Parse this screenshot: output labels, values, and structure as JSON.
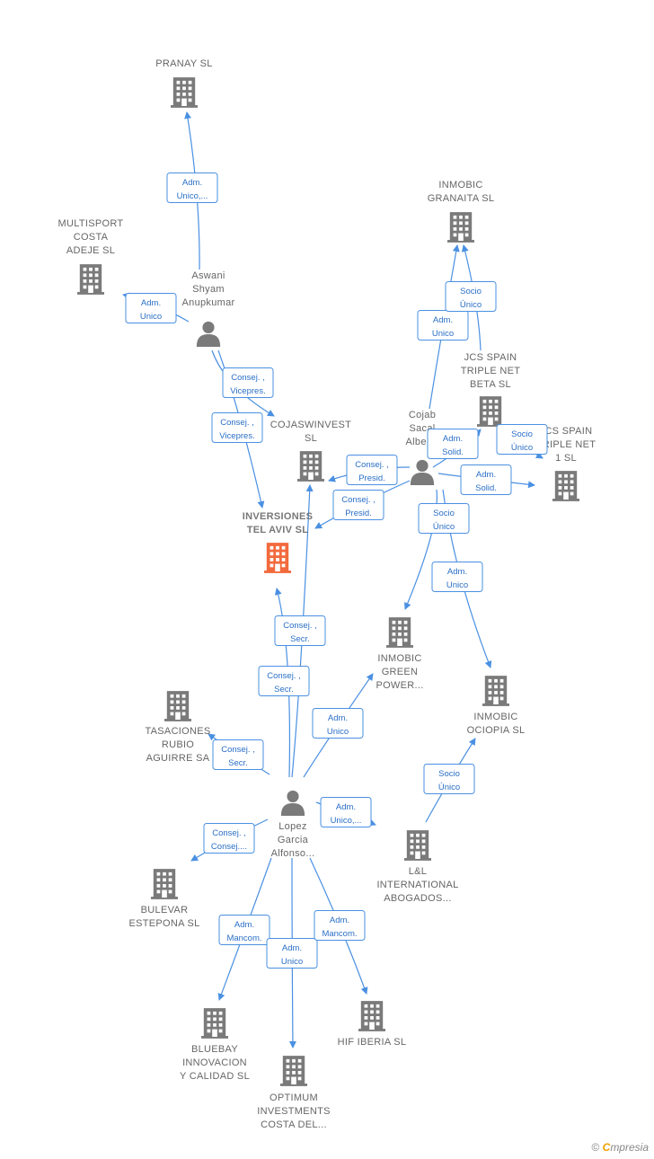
{
  "colors": {
    "company": "#7a7a7a",
    "highlight": "#f26a3d",
    "person": "#7a7a7a",
    "edge": "#4a90e2"
  },
  "nodes": [
    {
      "id": "pranay",
      "type": "company",
      "label": [
        "PRANAY  SL"
      ]
    },
    {
      "id": "multisport",
      "type": "company",
      "label": [
        "MULTISPORT",
        "COSTA",
        "ADEJE  SL"
      ]
    },
    {
      "id": "aswani",
      "type": "person",
      "label": [
        "Aswani",
        "Shyam",
        "Anupkumar"
      ]
    },
    {
      "id": "inmobic_granaita",
      "type": "company",
      "label": [
        "INMOBIC",
        "GRANAITA  SL"
      ]
    },
    {
      "id": "jcs_beta",
      "type": "company",
      "label": [
        "JCS SPAIN",
        "TRIPLE NET",
        "BETA  SL"
      ]
    },
    {
      "id": "jcs_1",
      "type": "company",
      "label": [
        "JCS SPAIN",
        "TRIPLE NET",
        "1  SL"
      ]
    },
    {
      "id": "cojab",
      "type": "person",
      "label": [
        "Cojab",
        "Sacal",
        "Alberto"
      ]
    },
    {
      "id": "cojaswinvest",
      "type": "company",
      "label": [
        "COJASWINVEST",
        "SL"
      ]
    },
    {
      "id": "inversiones",
      "type": "company",
      "highlight": true,
      "label": [
        "INVERSIONES",
        "TEL AVIV  SL"
      ]
    },
    {
      "id": "inmobic_green",
      "type": "company",
      "label": [
        "INMOBIC",
        "GREEN",
        "POWER..."
      ]
    },
    {
      "id": "inmobic_ociopia",
      "type": "company",
      "label": [
        "INMOBIC",
        "OCIOPIA  SL"
      ]
    },
    {
      "id": "tasaciones",
      "type": "company",
      "label": [
        "TASACIONES",
        "RUBIO",
        "AGUIRRE SA"
      ]
    },
    {
      "id": "lopez",
      "type": "person",
      "label": [
        "Lopez",
        "Garcia",
        "Alfonso..."
      ]
    },
    {
      "id": "ll_intl",
      "type": "company",
      "label": [
        "L&L",
        "INTERNATIONAL",
        "ABOGADOS..."
      ]
    },
    {
      "id": "bulevar",
      "type": "company",
      "label": [
        "BULEVAR",
        "ESTEPONA  SL"
      ]
    },
    {
      "id": "bluebay",
      "type": "company",
      "label": [
        "BLUEBAY",
        "INNOVACION",
        "Y CALIDAD  SL"
      ]
    },
    {
      "id": "hif",
      "type": "company",
      "label": [
        "HIF IBERIA  SL"
      ]
    },
    {
      "id": "optimum",
      "type": "company",
      "label": [
        "OPTIMUM",
        "INVESTMENTS",
        "COSTA DEL..."
      ]
    }
  ],
  "relations": [
    {
      "from": "aswani",
      "to": "pranay",
      "label": [
        "Adm.",
        "Unico,..."
      ]
    },
    {
      "from": "aswani",
      "to": "multisport",
      "label": [
        "Adm.",
        "Unico"
      ]
    },
    {
      "from": "aswani",
      "to": "cojaswinvest",
      "label": [
        "Consej. ,",
        "Vicepres."
      ]
    },
    {
      "from": "aswani",
      "to": "inversiones",
      "label": [
        "Consej. ,",
        "Vicepres."
      ]
    },
    {
      "from": "cojab",
      "to": "inmobic_granaita",
      "label": [
        "Adm.",
        "Unico"
      ]
    },
    {
      "from": "jcs_beta",
      "to": "inmobic_granaita",
      "label": [
        "Socio",
        "Único"
      ]
    },
    {
      "from": "cojab",
      "to": "jcs_beta",
      "label": [
        "Adm.",
        "Solid."
      ]
    },
    {
      "from": "jcs_beta",
      "to": "jcs_1",
      "label": [
        "Socio",
        "Único"
      ]
    },
    {
      "from": "cojab",
      "to": "jcs_1",
      "label": [
        "Adm.",
        "Solid."
      ]
    },
    {
      "from": "cojab",
      "to": "cojaswinvest",
      "label": [
        "Consej. ,",
        "Presid."
      ]
    },
    {
      "from": "cojab",
      "to": "inversiones",
      "label": [
        "Consej. ,",
        "Presid."
      ]
    },
    {
      "from": "cojab",
      "to": "inmobic_green",
      "label": [
        "Socio",
        "Único"
      ]
    },
    {
      "from": "cojab",
      "to": "inmobic_ociopia",
      "label": [
        "Adm.",
        "Unico"
      ]
    },
    {
      "from": "lopez",
      "to": "inversiones",
      "label": [
        "Consej. ,",
        "Secr."
      ]
    },
    {
      "from": "lopez",
      "to": "cojaswinvest",
      "label": [
        "Consej. ,",
        "Secr."
      ]
    },
    {
      "from": "lopez",
      "to": "inmobic_green",
      "label": [
        "Adm.",
        "Unico"
      ]
    },
    {
      "from": "lopez",
      "to": "tasaciones",
      "label": [
        "Consej. ,",
        "Secr."
      ]
    },
    {
      "from": "lopez",
      "to": "ll_intl",
      "label": [
        "Adm.",
        "Unico,..."
      ]
    },
    {
      "from": "ll_intl",
      "to": "inmobic_ociopia",
      "label": [
        "Socio",
        "Único"
      ]
    },
    {
      "from": "lopez",
      "to": "bulevar",
      "label": [
        "Consej. ,",
        "Consej...."
      ]
    },
    {
      "from": "lopez",
      "to": "bluebay",
      "label": [
        "Adm.",
        "Mancom."
      ]
    },
    {
      "from": "lopez",
      "to": "optimum",
      "label": [
        "Adm.",
        "Unico"
      ]
    },
    {
      "from": "lopez",
      "to": "hif",
      "label": [
        "Adm.",
        "Mancom."
      ]
    }
  ],
  "footer": {
    "copyright": "©",
    "brand_initial": "C",
    "brand_rest": "mpresia"
  }
}
